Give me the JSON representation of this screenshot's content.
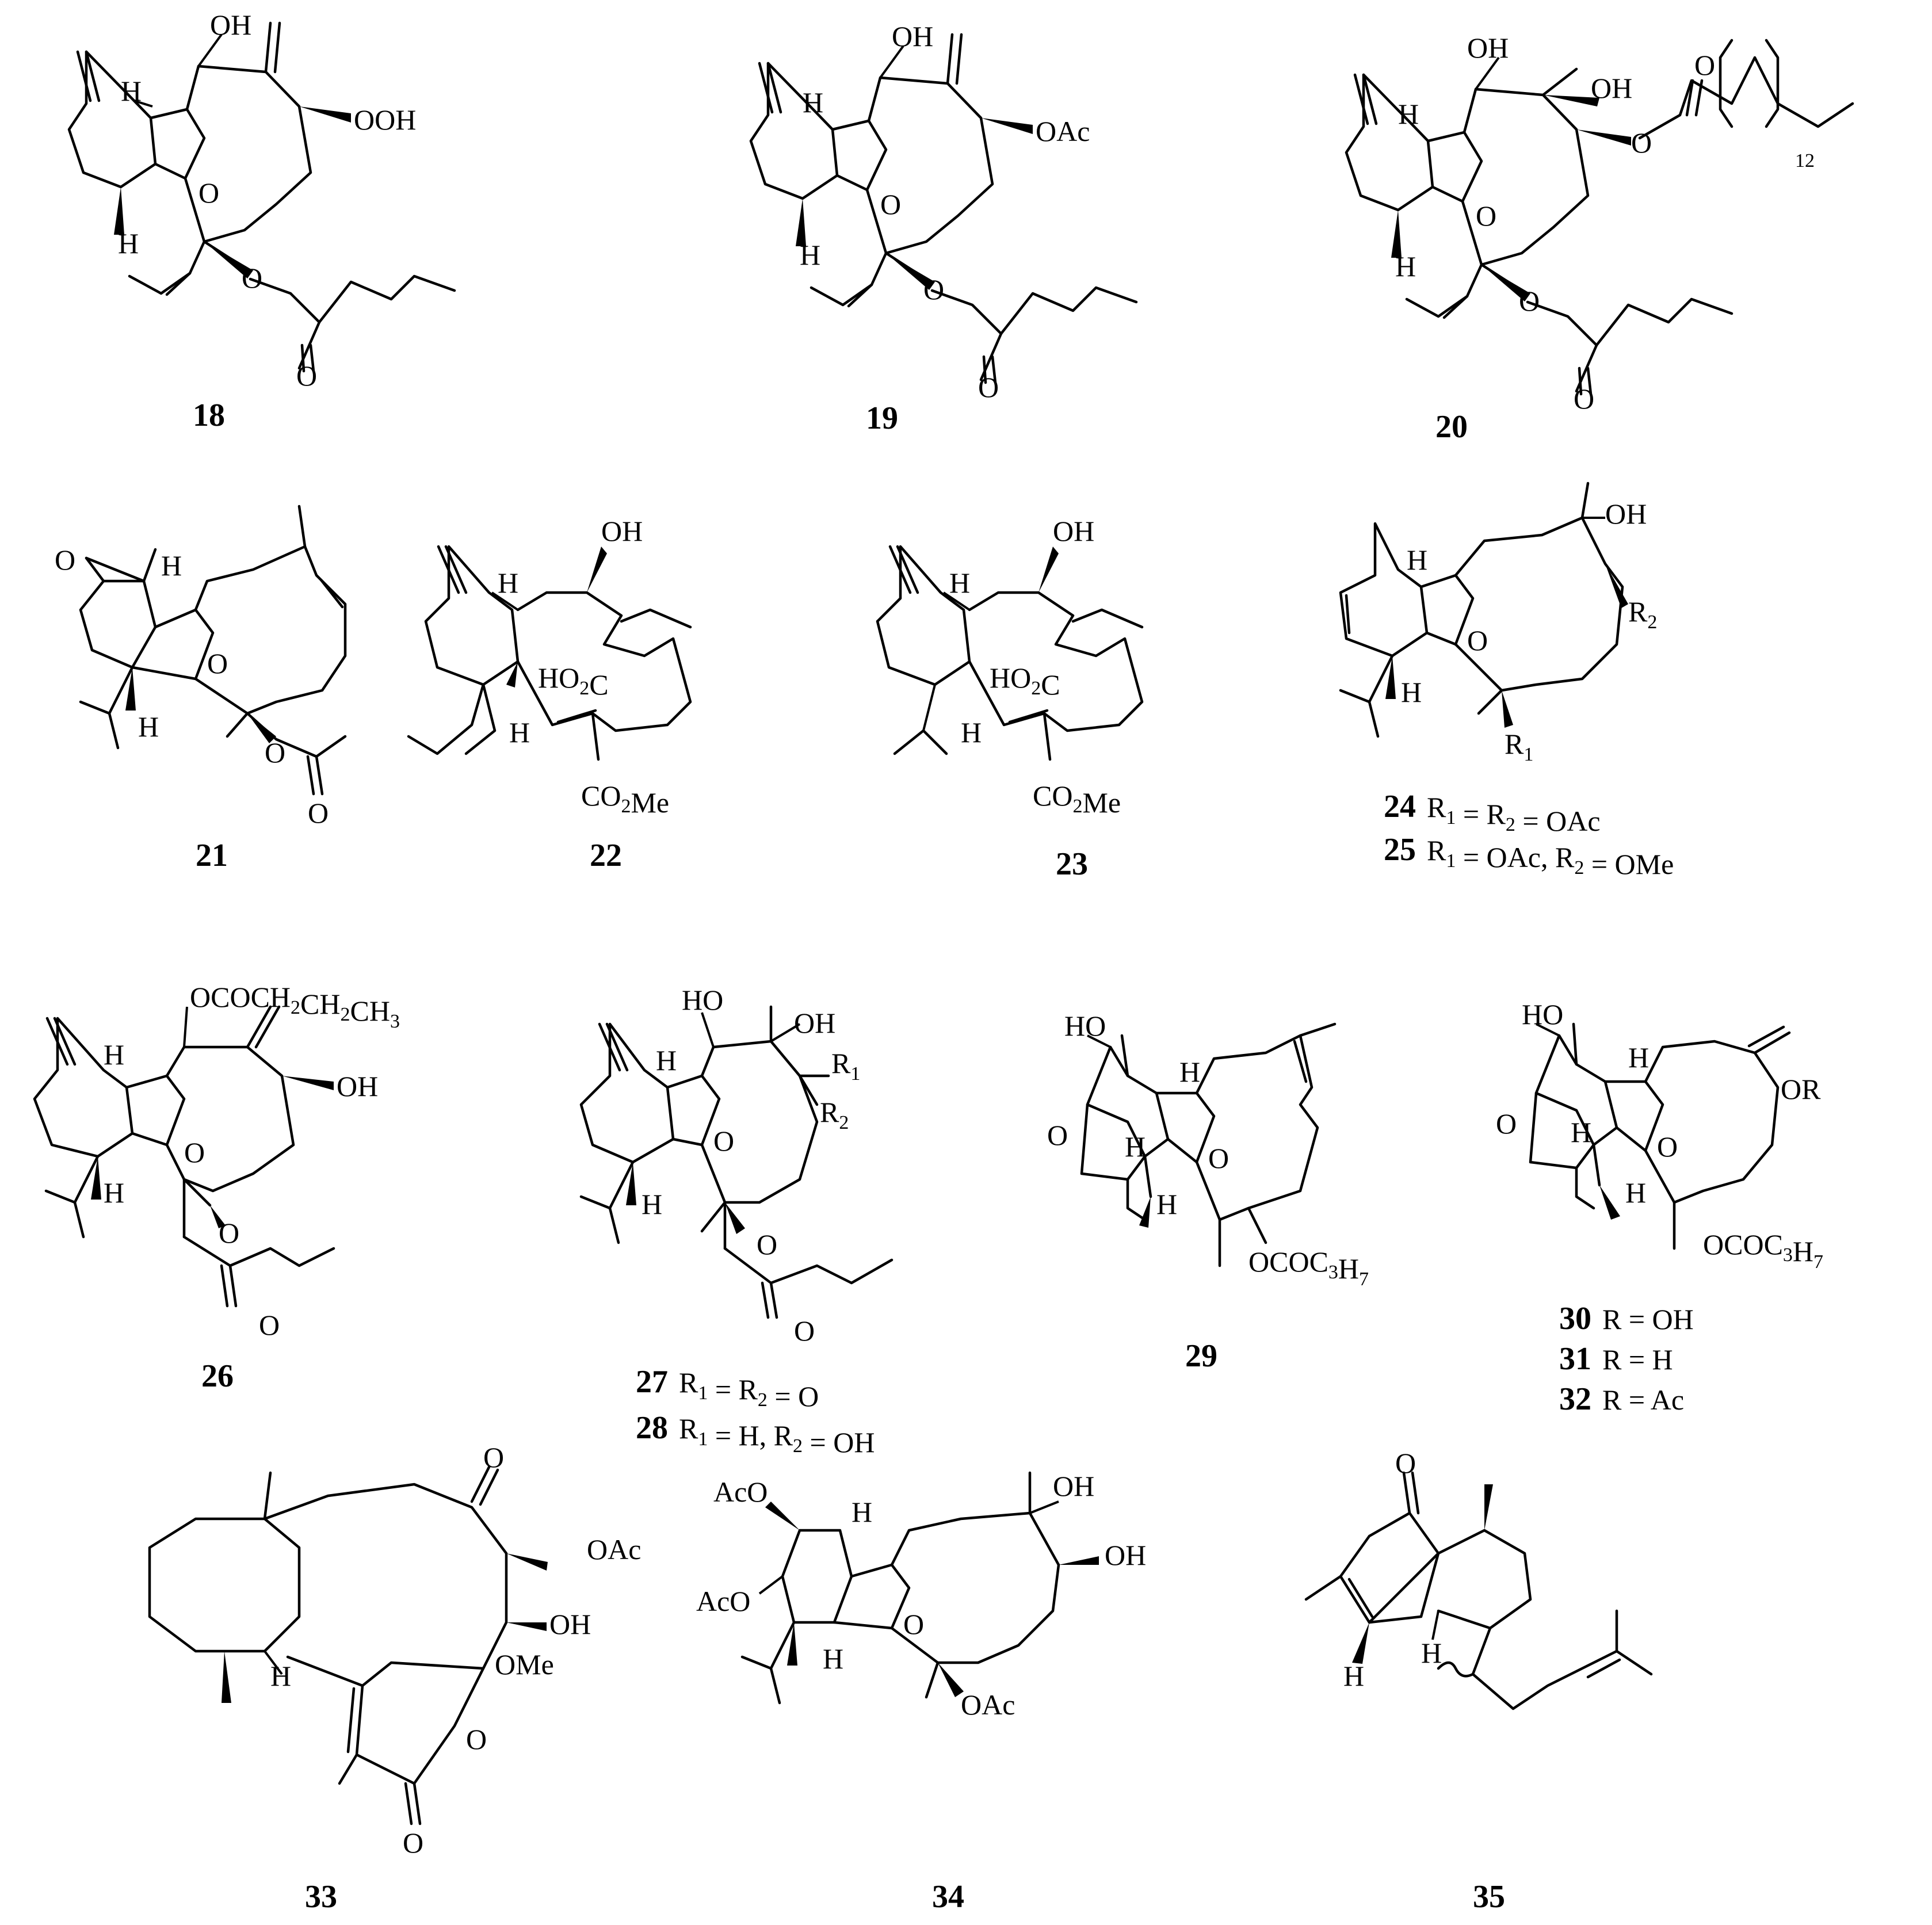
{
  "compounds": [
    {
      "id": "18",
      "atoms": [
        "OH",
        "OOH",
        "H",
        "H",
        "O",
        "O",
        "O"
      ]
    },
    {
      "id": "19",
      "atoms": [
        "OH",
        "OAc",
        "H",
        "H",
        "O",
        "O",
        "O"
      ]
    },
    {
      "id": "20",
      "atoms": [
        "OH",
        "OH",
        "H",
        "H",
        "O",
        "O",
        "O",
        "O",
        "O",
        "12"
      ]
    },
    {
      "id": "21",
      "atoms": [
        "O",
        "H",
        "H",
        "O",
        "O",
        "O"
      ]
    },
    {
      "id": "22",
      "atoms": [
        "OH",
        "H",
        "H",
        "HO2C",
        "CO2Me"
      ]
    },
    {
      "id": "23",
      "atoms": [
        "OH",
        "H",
        "H",
        "HO2C",
        "CO2Me"
      ]
    },
    {
      "id": "26",
      "atoms": [
        "OCOCH2CH2CH3",
        "OH",
        "H",
        "H",
        "O",
        "O",
        "O"
      ]
    },
    {
      "id": "27",
      "atoms": [
        "HO",
        "OH",
        "R1",
        "R2",
        "H",
        "H",
        "O",
        "O",
        "O"
      ]
    },
    {
      "id": "29",
      "atoms": [
        "HO",
        "O",
        "H",
        "H",
        "H",
        "O",
        "OCOC3H7"
      ]
    },
    {
      "id": "30",
      "atoms": [
        "HO",
        "O",
        "H",
        "H",
        "H",
        "O",
        "OR",
        "OCOC3H7"
      ]
    },
    {
      "id": "33",
      "atoms": [
        "O",
        "OAc",
        "OH",
        "OMe",
        "H",
        "O",
        "O"
      ]
    },
    {
      "id": "34",
      "atoms": [
        "AcO",
        "AcO",
        "OH",
        "OH",
        "OAc",
        "H",
        "H",
        "O"
      ]
    },
    {
      "id": "35",
      "atoms": [
        "O",
        "H",
        "H"
      ]
    }
  ],
  "labels": {
    "c18": "18",
    "c19": "19",
    "c20": "20",
    "c21": "21",
    "c22": "22",
    "c23": "23",
    "c26": "26",
    "c29": "29",
    "c33": "33",
    "c34": "34",
    "c35": "35",
    "c24": "24",
    "c25": "25",
    "c27": "27",
    "c28": "28",
    "c30": "30",
    "c31": "31",
    "c32": "32"
  },
  "rgroups": {
    "c24": "R1 = R2 = OAc",
    "c25": "R1 = OAc, R2 = OMe",
    "c27": "R1 = R2 = O",
    "c28": "R1 = H, R2 = OH",
    "c30": "R = OH",
    "c31": "R = H",
    "c32": "R = Ac"
  },
  "text": {
    "oh": "OH",
    "ho": "HO",
    "ooh": "OOH",
    "oac": "OAc",
    "aco": "AcO",
    "h": "H",
    "o": "O",
    "twelve": "12",
    "r1": "R1",
    "r2": "R2",
    "or": "OR",
    "ome": "OMe",
    "ho2c": "HO2C",
    "co2me": "CO2Me",
    "butanoate": "OCOCH2CH2CH3",
    "ococ3h7": "OCOC3H7"
  }
}
